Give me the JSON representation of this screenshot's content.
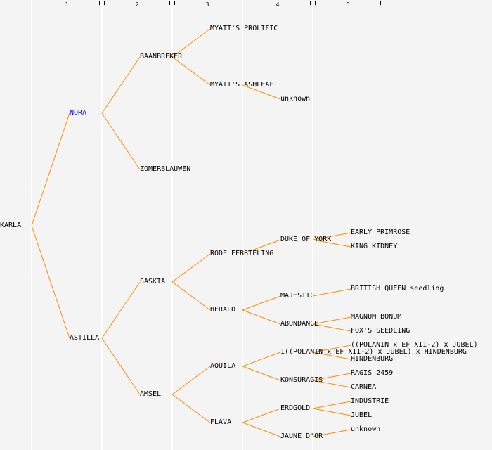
{
  "generation_headers": [
    "1",
    "2",
    "3",
    "4",
    "5"
  ],
  "colors": {
    "line": "#ff8c00",
    "text": "#000000",
    "highlight": "#0000ff",
    "background": "#f4f4f4"
  },
  "tree": {
    "name": "KARLA",
    "parents": [
      {
        "name": "NORA",
        "highlight": true,
        "parents": [
          {
            "name": "BAANBREKER",
            "parents": [
              {
                "name": "MYATT'S PROLIFIC",
                "parents": []
              },
              {
                "name": "MYATT'S ASHLEAF",
                "parents": [
                  null,
                  {
                    "name": "unknown",
                    "parents": []
                  }
                ]
              }
            ]
          },
          {
            "name": "ZOMERBLAUWEN",
            "parents": []
          }
        ]
      },
      {
        "name": "ASTILLA",
        "parents": [
          {
            "name": "SASKIA",
            "parents": [
              {
                "name": "RODE EERSTELING",
                "parents": [
                  {
                    "name": "DUKE OF YORK",
                    "parents": [
                      {
                        "name": "EARLY PRIMROSE",
                        "parents": []
                      },
                      {
                        "name": "KING KIDNEY",
                        "parents": []
                      }
                    ]
                  },
                  null
                ]
              },
              {
                "name": "HERALD",
                "parents": [
                  {
                    "name": "MAJESTIC",
                    "parents": [
                      {
                        "name": "BRITISH QUEEN seedling",
                        "parents": []
                      },
                      null
                    ]
                  },
                  {
                    "name": "ABUNDANCE",
                    "parents": [
                      {
                        "name": "MAGNUM BONUM",
                        "parents": []
                      },
                      {
                        "name": "FOX'S SEEDLING",
                        "parents": []
                      }
                    ]
                  }
                ]
              }
            ]
          },
          {
            "name": "AMSEL",
            "parents": [
              {
                "name": "AQUILA",
                "parents": [
                  {
                    "name": "1((POLANIN x EF XII-2) x JUBEL) x HINDENBURG",
                    "parents": [
                      {
                        "name": "((POLANIN x EF XII-2) x JUBEL)",
                        "parents": []
                      },
                      {
                        "name": "HINDENBURG",
                        "parents": []
                      }
                    ]
                  },
                  {
                    "name": "KONSURAGIS",
                    "parents": [
                      {
                        "name": "RAGIS 2459",
                        "parents": []
                      },
                      {
                        "name": "CARNEA",
                        "parents": []
                      }
                    ]
                  }
                ]
              },
              {
                "name": "FLAVA",
                "parents": [
                  {
                    "name": "ERDGOLD",
                    "parents": [
                      {
                        "name": "INDUSTRIE",
                        "parents": []
                      },
                      {
                        "name": "JUBEL",
                        "parents": []
                      }
                    ]
                  },
                  {
                    "name": "JAUNE D'OR",
                    "parents": [
                      {
                        "name": "unknown",
                        "parents": []
                      },
                      null
                    ]
                  }
                ]
              }
            ]
          }
        ]
      }
    ]
  }
}
